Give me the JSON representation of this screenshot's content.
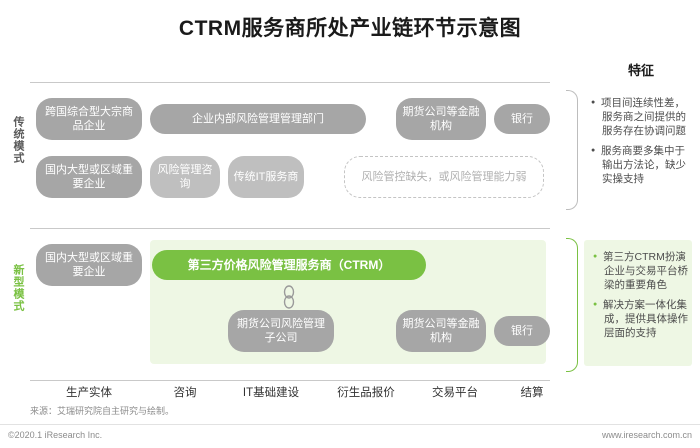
{
  "title": "CTRM服务商所处产业链环节示意图",
  "feature_header": "特征",
  "modes": {
    "traditional": "传统模式",
    "new": "新型模式"
  },
  "traditional_row1": [
    {
      "label": "跨国综合型大宗商品企业"
    },
    {
      "label": "企业内部风险管理管理部门"
    },
    {
      "label": "期货公司等金融机构"
    },
    {
      "label": "银行"
    }
  ],
  "traditional_row2": [
    {
      "label": "国内大型或区域重要企业"
    },
    {
      "label": "风险管理咨询"
    },
    {
      "label": "传统IT服务商"
    },
    {
      "label": "风险管控缺失，或风险管理能力弱"
    }
  ],
  "new_row1": [
    {
      "label": "国内大型或区域重要企业"
    },
    {
      "label": "第三方价格风险管理服务商（CTRM）"
    }
  ],
  "new_row2": [
    {
      "label": "期货公司风险管理子公司"
    },
    {
      "label": "期货公司等金融机构"
    },
    {
      "label": "银行"
    }
  ],
  "axis_labels": [
    "生产实体",
    "咨询",
    "IT基础建设",
    "衍生品报价",
    "交易平台",
    "结算"
  ],
  "features_traditional": [
    "项目间连续性差，服务商之间提供的服务存在协调问题",
    "服务商要多集中于输出方法论，缺少实操支持"
  ],
  "features_new": [
    "第三方CTRM扮演企业与交易平台桥梁的重要角色",
    "解决方案一体化集成，提供具体操作层面的支持"
  ],
  "source": "来源：艾瑞研究院自主研究与绘制。",
  "copyright": "©2020.1 iResearch Inc.",
  "site": "www.iresearch.com.cn",
  "colors": {
    "green": "#7ac143",
    "gray": "#a6a6a6",
    "gray_light": "#bfbfbf",
    "band": "#eef7e4"
  }
}
